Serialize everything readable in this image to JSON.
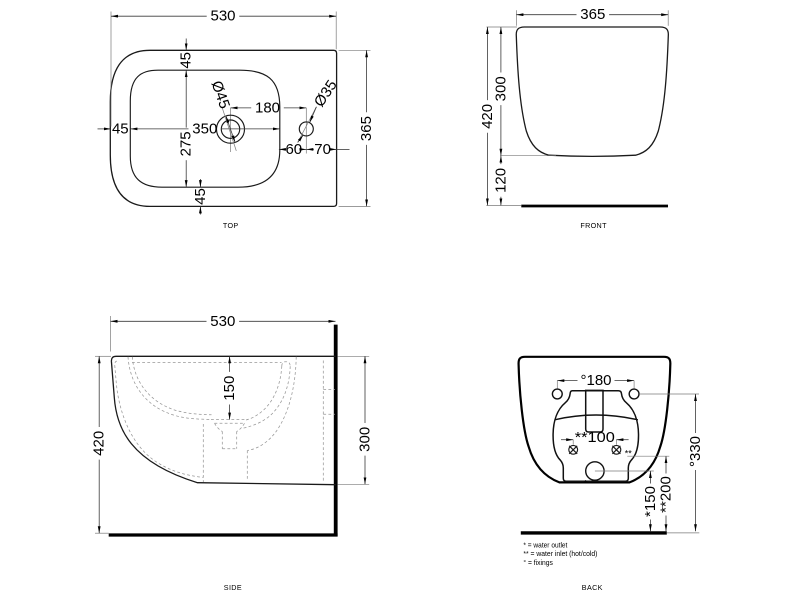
{
  "drawing": {
    "views": {
      "top": {
        "label": "TOP",
        "dims": {
          "overall_width": "530",
          "overall_depth": "365",
          "rim_front": "45",
          "rim_back_top": "45",
          "rim_back_bottom": "45",
          "basin_length": "350",
          "basin_width": "275",
          "drain_diameter": "Ø45",
          "tap_hole_diameter": "Ø35",
          "drain_to_tap": "180",
          "basin_to_tap": "60",
          "tap_to_edge": "70"
        }
      },
      "front": {
        "label": "FRONT",
        "dims": {
          "overall_width": "365",
          "total_height": "420",
          "body_height": "300",
          "wall_clearance": "120"
        }
      },
      "side": {
        "label": "SIDE",
        "dims": {
          "overall_depth": "530",
          "total_height": "420",
          "body_height": "300",
          "basin_depth": "150"
        }
      },
      "back": {
        "label": "BACK",
        "dims": {
          "fixing_centers": "°180",
          "inlet_centers": "**100",
          "outlet_height": "*150",
          "inlet_height": "**200",
          "fixing_height": "°330"
        },
        "inlet_mark": "**",
        "outlet_mark": "*"
      }
    },
    "legend": [
      {
        "text": "* = water outlet"
      },
      {
        "text": "** = water inlet (hot/cold)"
      },
      {
        "text": "° = fixings"
      }
    ]
  }
}
